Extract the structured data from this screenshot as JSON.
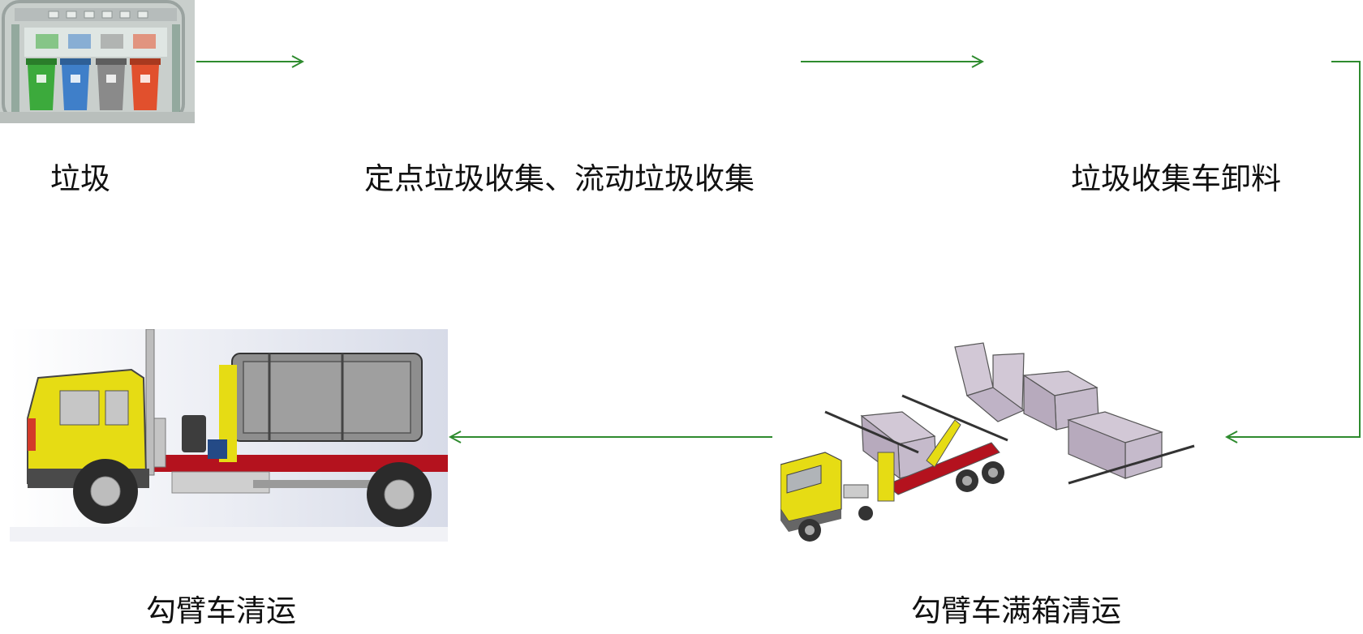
{
  "steps": [
    {
      "id": "trash",
      "label": "垃圾",
      "icon": "garbage-bins-photo"
    },
    {
      "id": "collect",
      "label": "定点垃圾收集、流动垃圾收集",
      "icon": ""
    },
    {
      "id": "unload",
      "label": "垃圾收集车卸料",
      "icon": ""
    },
    {
      "id": "full",
      "label": "勾臂车满箱清运",
      "icon": "hook-arm-truck-loading-illustration"
    },
    {
      "id": "transport",
      "label": "勾臂车清运",
      "icon": "hook-arm-truck-side-illustration"
    }
  ],
  "colors": {
    "arrow": "#2e8b2e",
    "bin_green": "#3caa3c",
    "bin_blue": "#3f7fc9",
    "bin_gray": "#8a8a8a",
    "bin_red": "#e1502d",
    "truck_yellow": "#e6dc14",
    "frame_red": "#b4121e",
    "container_gray": "#8e8e8e",
    "container_lilac": "#d2c8d6"
  }
}
